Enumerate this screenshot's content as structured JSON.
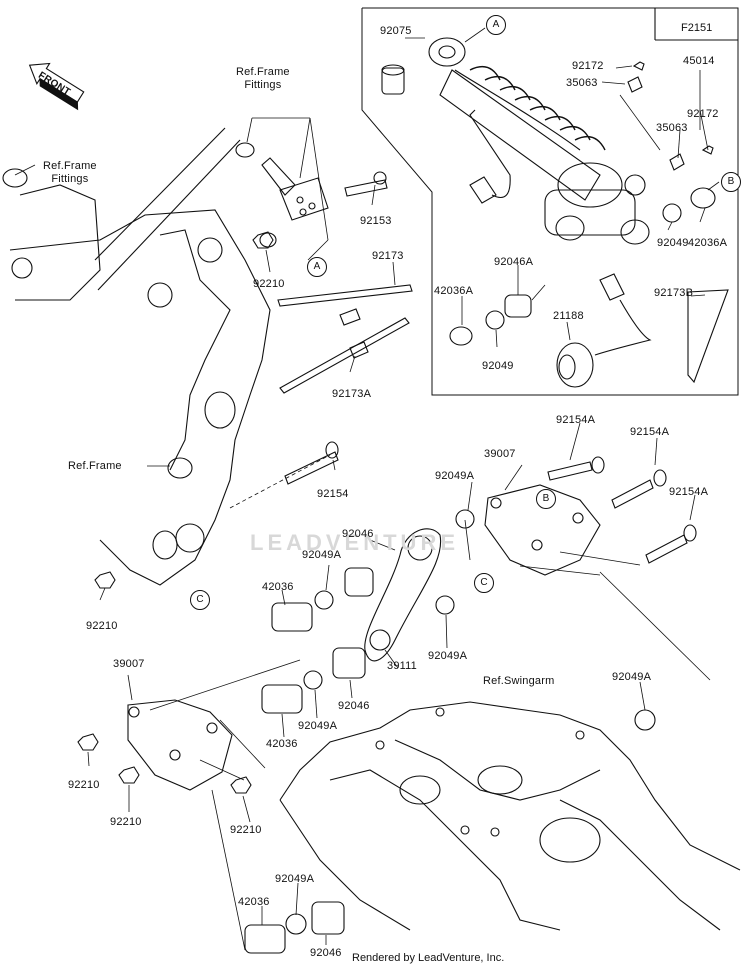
{
  "diagram_code": "F2151",
  "front_arrow": "FRONT",
  "ref_labels": {
    "frame_fittings_top": "Ref.Frame\nFittings",
    "frame_fittings_left": "Ref.Frame\nFittings",
    "frame": "Ref.Frame",
    "swingarm": "Ref.Swingarm"
  },
  "callouts": [
    "A",
    "A",
    "B",
    "B",
    "C",
    "C"
  ],
  "parts": [
    "92075",
    "92172",
    "35063",
    "45014",
    "92172",
    "35063",
    "42036A",
    "92049",
    "92046A",
    "42036A",
    "92049",
    "21188",
    "92173B",
    "92153",
    "92210",
    "92173",
    "92173A",
    "92154A",
    "92154A",
    "92154A",
    "39007",
    "92049A",
    "92154",
    "92046",
    "92049A",
    "42036",
    "92210",
    "39111",
    "92049A",
    "92046",
    "92049A",
    "42036",
    "39007",
    "92210",
    "92210",
    "92210",
    "92049A",
    "42036",
    "92046",
    "92049A"
  ],
  "watermark": "LEADVENTURE",
  "footer": "Rendered by LeadVenture, Inc."
}
